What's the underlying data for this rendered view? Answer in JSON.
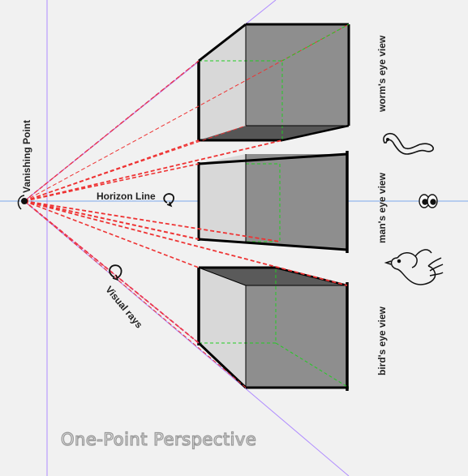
{
  "diagram": {
    "title": "One-Point Perspective",
    "labels": {
      "vanishing_point": "Vanishing Point",
      "horizon_line": "Horizon Line",
      "visual_rays": "Visual rays",
      "worms_eye": "worm's eye view",
      "mans_eye": "man's eye view",
      "birds_eye": "bird's eye view"
    },
    "views": [
      "worm's eye view",
      "man's eye view",
      "bird's eye view"
    ],
    "colors": {
      "background": "#f1f1f1",
      "guide_lines": "#9966ff",
      "horizon": "#6aa0e8",
      "rays": "#ee3333",
      "hidden_edges": "#22cc22",
      "front_face": "#8e8e8e",
      "side_face": "#d6d6d6",
      "dark_face": "#5a5a5a",
      "outline": "#000000"
    },
    "icons": [
      "worm-icon",
      "eyes-icon",
      "bird-icon",
      "rotate-arrow-icon"
    ]
  }
}
